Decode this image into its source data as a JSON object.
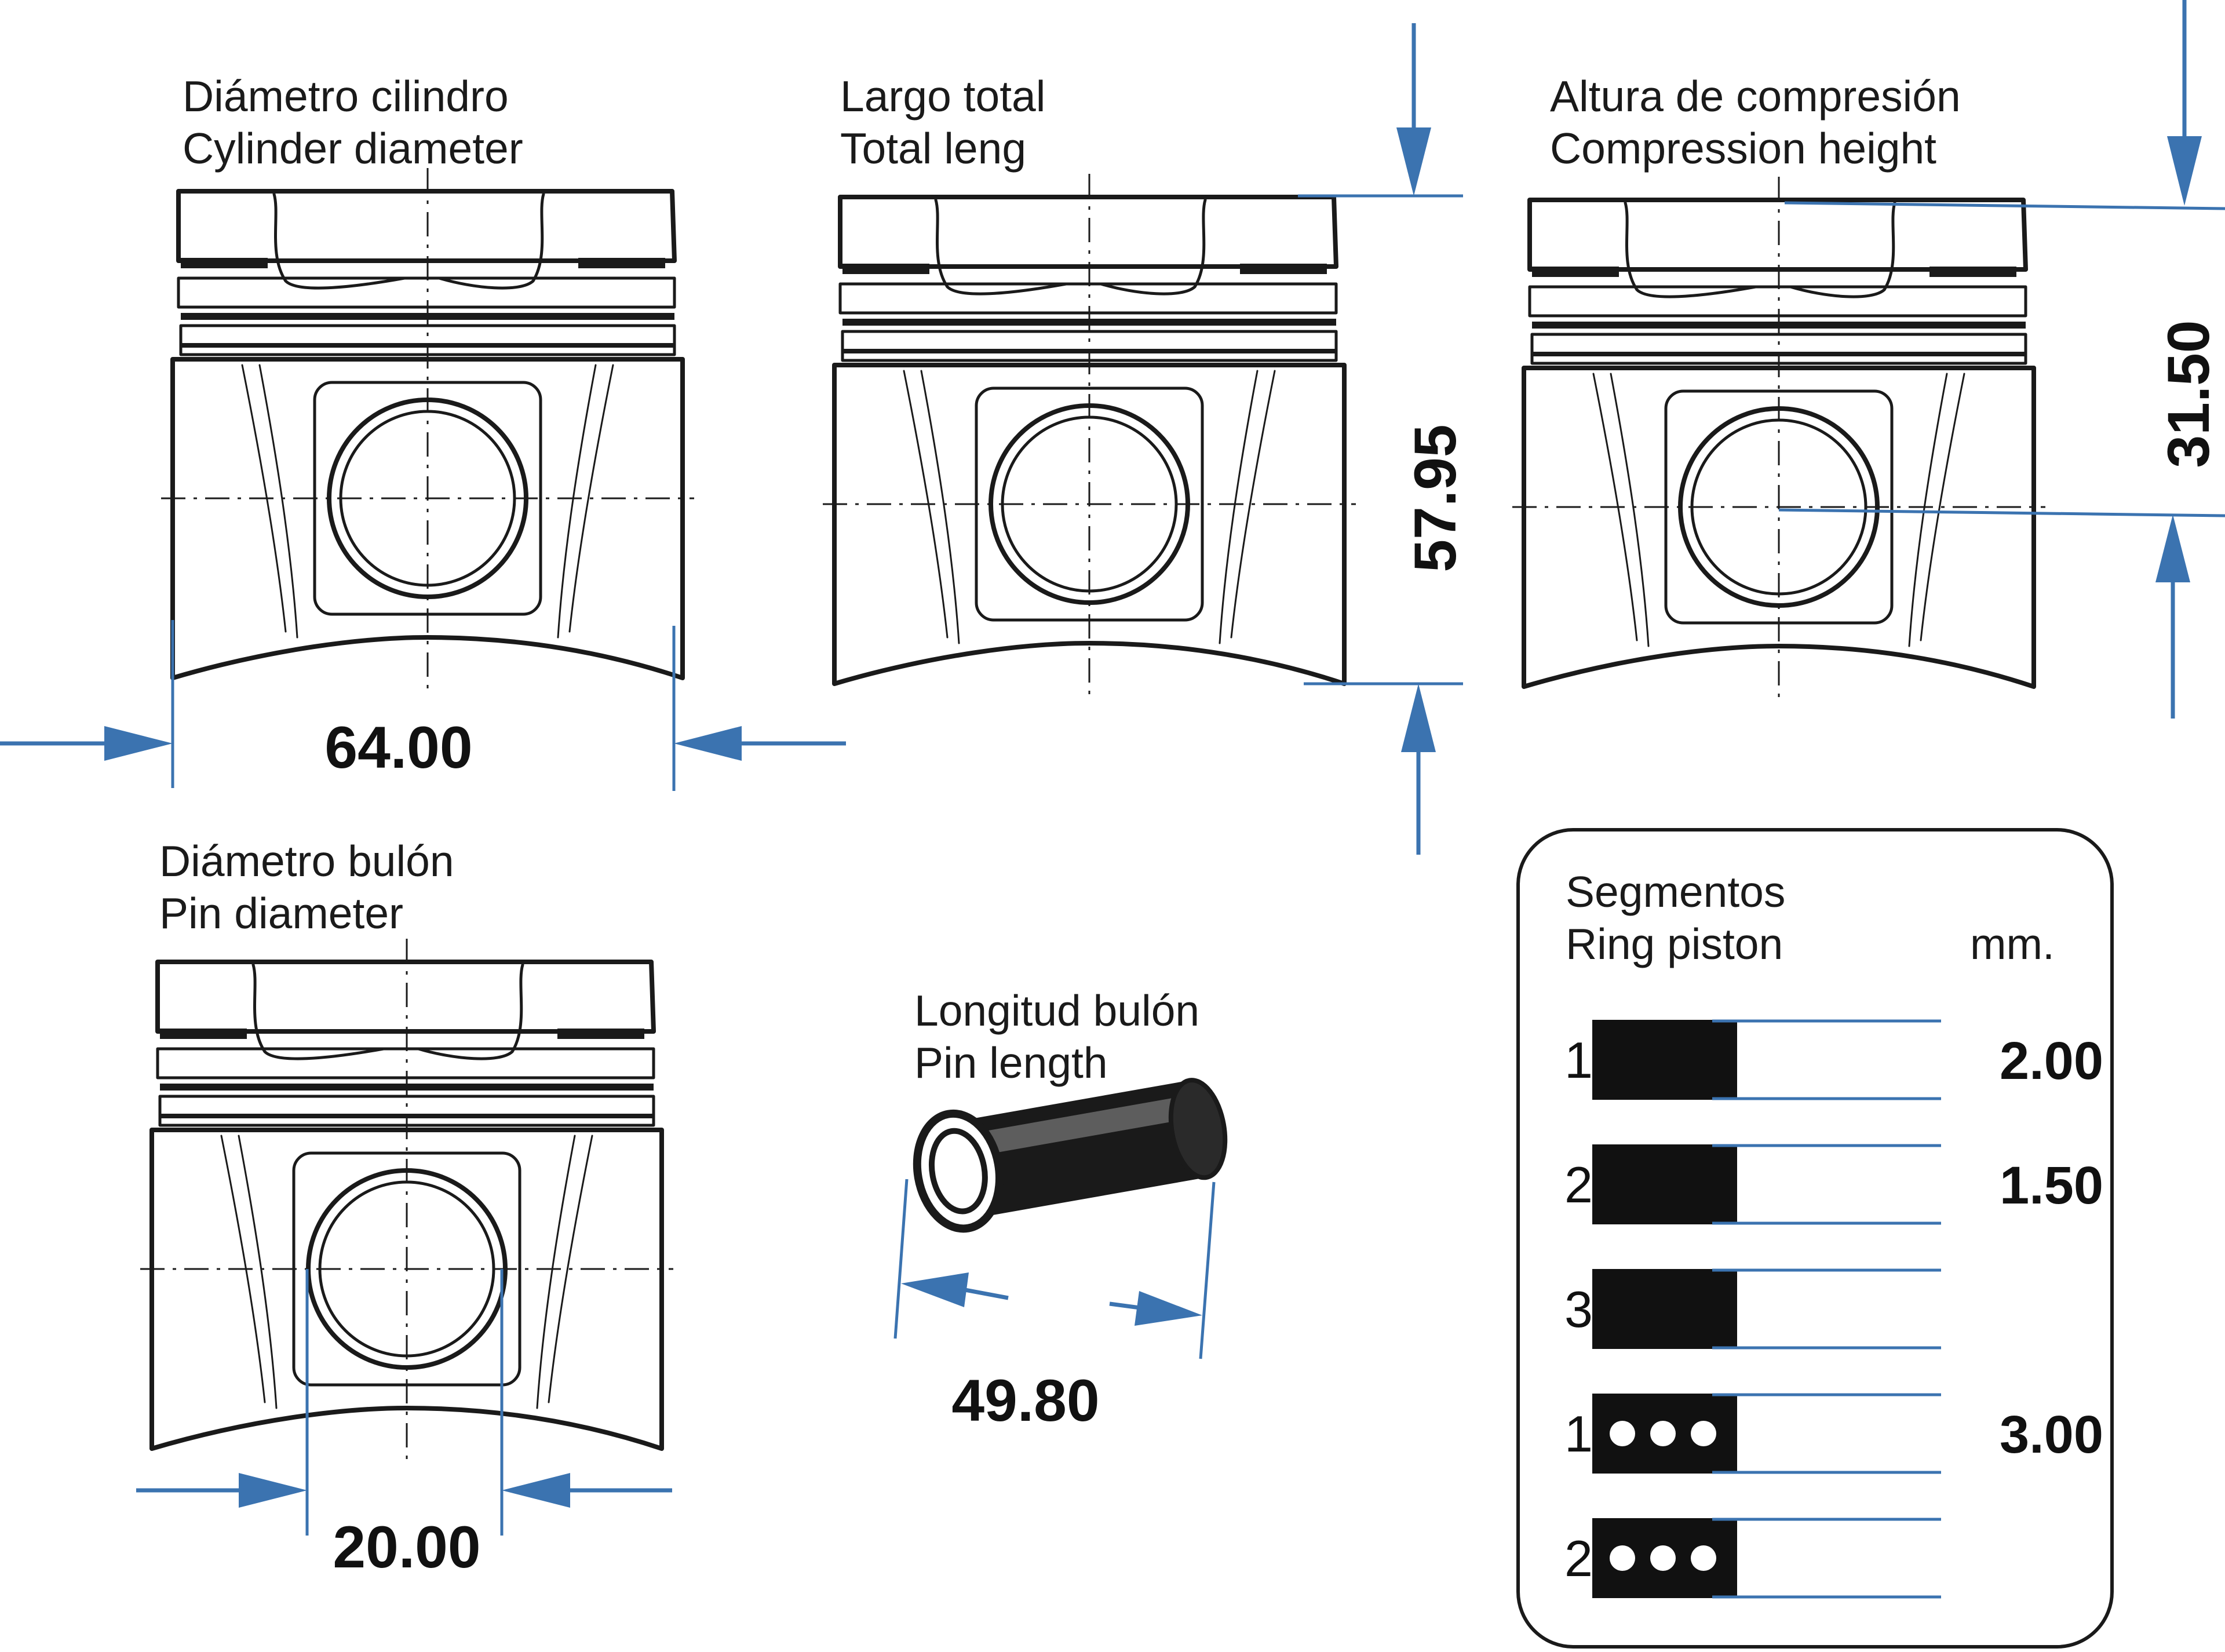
{
  "colors": {
    "dimension": "#3b73b0",
    "ink": "#1a1a1a",
    "background": "#ffffff"
  },
  "cylinder_diameter": {
    "label_es": "Diámetro cilindro",
    "label_en": "Cylinder diameter",
    "value": "64.00"
  },
  "total_length": {
    "label_es": "Largo total",
    "label_en": "Total leng",
    "value": "57.95"
  },
  "compression_height": {
    "label_es": "Altura de compresión",
    "label_en": "Compression height",
    "value": "31.50"
  },
  "pin_diameter": {
    "label_es": "Diámetro bulón",
    "label_en": "Pin diameter",
    "value": "20.00"
  },
  "pin_length": {
    "label_es": "Longitud bulón",
    "label_en": "Pin length",
    "value": "49.80"
  },
  "rings": {
    "title_es": "Segmentos",
    "title_en": "Ring piston",
    "unit": "mm.",
    "items": [
      {
        "number": "1",
        "type": "compression",
        "value": "2.00"
      },
      {
        "number": "2",
        "type": "compression",
        "value": "1.50"
      },
      {
        "number": "3",
        "type": "compression",
        "value": ""
      },
      {
        "number": "1",
        "type": "oil",
        "value": "3.00"
      },
      {
        "number": "2",
        "type": "oil",
        "value": ""
      }
    ]
  }
}
